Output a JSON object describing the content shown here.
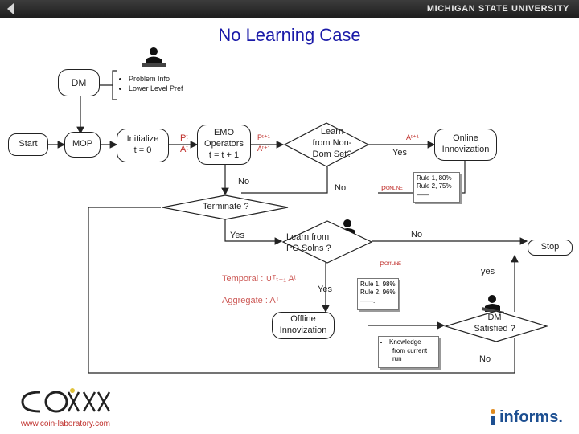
{
  "header": {
    "university": "MICHIGAN STATE UNIVERSITY"
  },
  "title": "No Learning Case",
  "colors": {
    "title": "#1a1aa8",
    "accent_red": "#c0302c",
    "topbar": "#2a2a2a"
  },
  "nodes": {
    "dm": "DM",
    "dm_info": [
      "Problem Info",
      "Lower Level Pref"
    ],
    "start": "Start",
    "mop": "MOP",
    "initialize": [
      "Initialize",
      "t = 0"
    ],
    "pt": "Pᵗ",
    "at": "Aᵗ",
    "emo": [
      "EMO",
      "Operators",
      "t = t + 1"
    ],
    "pt1": "Pᵗ⁺¹",
    "at1": "Aᵗ⁺¹",
    "learn_nondom": [
      "Learn",
      "from Non-",
      "Dom Set?"
    ],
    "at1_right": "Aᵗ⁺¹",
    "yes_top": "Yes",
    "online_innovization": [
      "Online",
      "Innovization"
    ],
    "no_emo": "No",
    "no_learn": "No",
    "ponline": "Pᴼᴺᴸᴵᴺᴱ",
    "online_rules": [
      "Rule 1, 80%",
      "Rule 2, 75%",
      "——"
    ],
    "terminate": "Terminate ?",
    "yes_term": "Yes",
    "learn_po": [
      "Learn from",
      "PO Solns ?"
    ],
    "no_po": "No",
    "stop": "Stop",
    "poffline": "Pᴼᶠᶠᴸᴵᴺᴱ",
    "yes_right": "yes",
    "temporal": "Temporal : ∪ᵀₜ₌₁ Aᵗ",
    "aggregate": "Aggregate : Aᵀ",
    "yes_po": "Yes",
    "offline_rules": [
      "Rule 1, 98%",
      "Rule 2, 96%",
      "——."
    ],
    "offline_innovization": [
      "Offline",
      "Innovization"
    ],
    "dm_satisfied": [
      "DM",
      "Satisfied ?"
    ],
    "knowledge": [
      "Knowledge",
      "from current",
      "run"
    ],
    "no_satisfied": "No"
  },
  "footer": {
    "coin_url": "www.coin-laboratory.com",
    "informs": "informs."
  },
  "icons": [
    "back-arrow-icon",
    "person-at-desk-icon",
    "coin-logo",
    "informs-logo"
  ]
}
